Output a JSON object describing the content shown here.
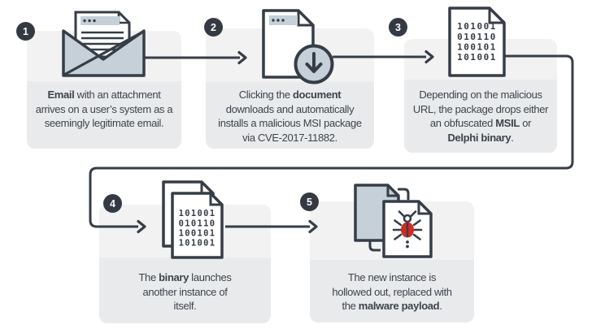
{
  "colors": {
    "ink": "#363d47",
    "accent_fill": "#c5d0d8",
    "card_light": "#f2f2f3",
    "card_dark": "#e9eaeb",
    "badge_bg": "#333a44",
    "bug_red": "#d22b20",
    "text": "#3d444d"
  },
  "icons": {
    "step1": "email-envelope-icon",
    "step2": "document-download-icon",
    "step3": "binary-file-icon",
    "step4": "binary-copies-icon",
    "step5": "process-hollowing-malware-icon",
    "step5_overlay": "bug-icon",
    "connector": "arrow"
  },
  "binary_rows": [
    "101001",
    "010110",
    "100101",
    "101001"
  ],
  "steps": [
    {
      "number": "1",
      "lines": [
        [
          {
            "t": "Email",
            "b": 1
          },
          {
            "t": " with an attachment"
          }
        ],
        [
          {
            "t": "arrives on a user’s system as a"
          }
        ],
        [
          {
            "t": "seemingly legitimate email."
          }
        ]
      ]
    },
    {
      "number": "2",
      "lines": [
        [
          {
            "t": "Clicking the "
          },
          {
            "t": "document",
            "b": 1
          }
        ],
        [
          {
            "t": "downloads and automatically"
          }
        ],
        [
          {
            "t": "installs a malicious MSI package"
          }
        ],
        [
          {
            "t": "via CVE-2017-11882."
          }
        ]
      ]
    },
    {
      "number": "3",
      "lines": [
        [
          {
            "t": "Depending on the malicious"
          }
        ],
        [
          {
            "t": "URL, the package drops either"
          }
        ],
        [
          {
            "t": "an obfuscated "
          },
          {
            "t": "MSIL",
            "b": 1
          },
          {
            "t": " or"
          }
        ],
        [
          {
            "t": "Delphi binary",
            "b": 1
          },
          {
            "t": "."
          }
        ]
      ]
    },
    {
      "number": "4",
      "lines": [
        [
          {
            "t": "The "
          },
          {
            "t": "binary",
            "b": 1
          },
          {
            "t": " launches"
          }
        ],
        [
          {
            "t": "another instance of"
          }
        ],
        [
          {
            "t": "itself."
          }
        ]
      ]
    },
    {
      "number": "5",
      "lines": [
        [
          {
            "t": "The new instance is"
          }
        ],
        [
          {
            "t": "hollowed out, replaced with"
          }
        ],
        [
          {
            "t": "the "
          },
          {
            "t": "malware payload",
            "b": 1
          },
          {
            "t": "."
          }
        ]
      ]
    }
  ]
}
